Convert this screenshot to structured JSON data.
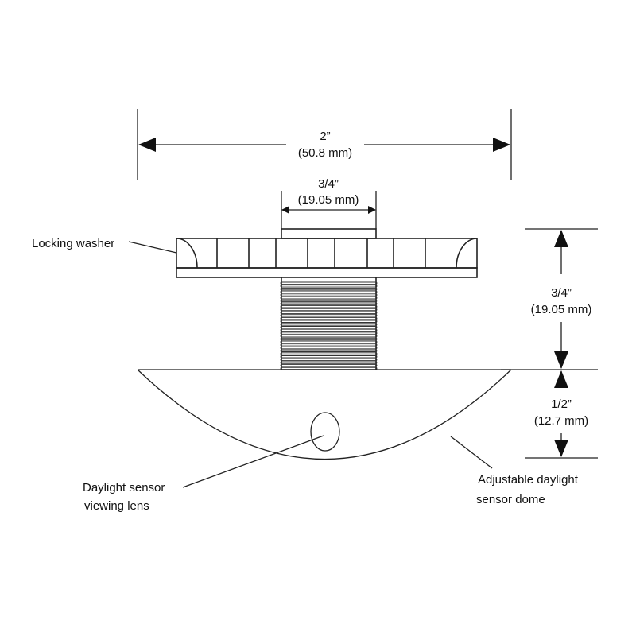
{
  "dimensions": {
    "overall_width": {
      "imperial": "2”",
      "metric": "(50.8 mm)"
    },
    "stem_width": {
      "imperial": "3/4”",
      "metric": "(19.05 mm)"
    },
    "stem_height": {
      "imperial": "3/4”",
      "metric": "(19.05 mm)"
    },
    "dome_height": {
      "imperial": "1/2”",
      "metric": "(12.7 mm)"
    }
  },
  "labels": {
    "locking_washer": "Locking washer",
    "lens_line1": "Daylight sensor",
    "lens_line2": "viewing lens",
    "dome_line1": "Adjustable daylight",
    "dome_line2": "sensor dome"
  }
}
